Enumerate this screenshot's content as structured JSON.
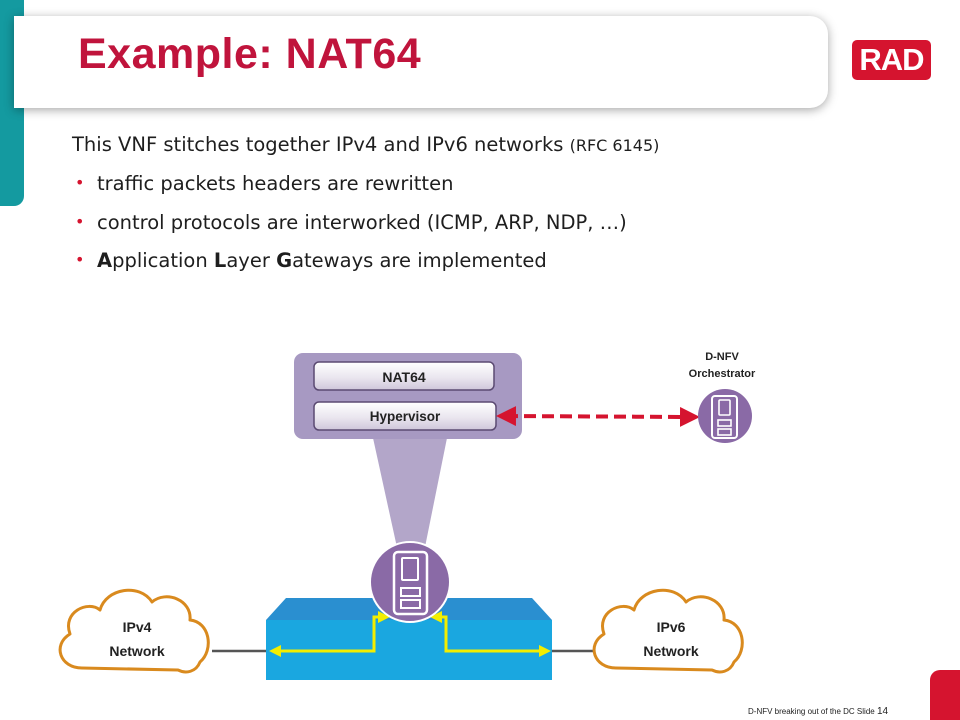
{
  "slide": {
    "title": "Example: NAT64",
    "logo_text": "RAD",
    "intro_text": "This VNF stitches together IPv4 and IPv6 networks ",
    "intro_rfc": "(RFC 6145)",
    "bullets": {
      "b1": "traffic packets headers are rewritten",
      "b2": "control protocols are interworked (ICMP, ARP, NDP, …)",
      "b3": {
        "p1": "A",
        "p2": "pplication ",
        "p3": "L",
        "p4": "ayer ",
        "p5": "G",
        "p6": "ateways are implemented"
      }
    },
    "footer_text": "D-NFV breaking out of the DC  Slide ",
    "slide_number": "14"
  },
  "diagram": {
    "nat64_label": "NAT64",
    "hypervisor_label": "Hypervisor",
    "orchestrator_line1": "D-NFV",
    "orchestrator_line2": "Orchestrator",
    "ipv4_line1": "IPv4",
    "ipv4_line2": "Network",
    "ipv6_line1": "IPv6",
    "ipv6_line2": "Network"
  },
  "colors": {
    "title": "#c0143c",
    "accent_teal": "#149aa0",
    "accent_red": "#d5142f",
    "purple": "#8a6aa6",
    "cloud_border": "#d98a1e",
    "device_blue": "#1aa7e0",
    "arrow_yellow": "#f2ee00"
  }
}
